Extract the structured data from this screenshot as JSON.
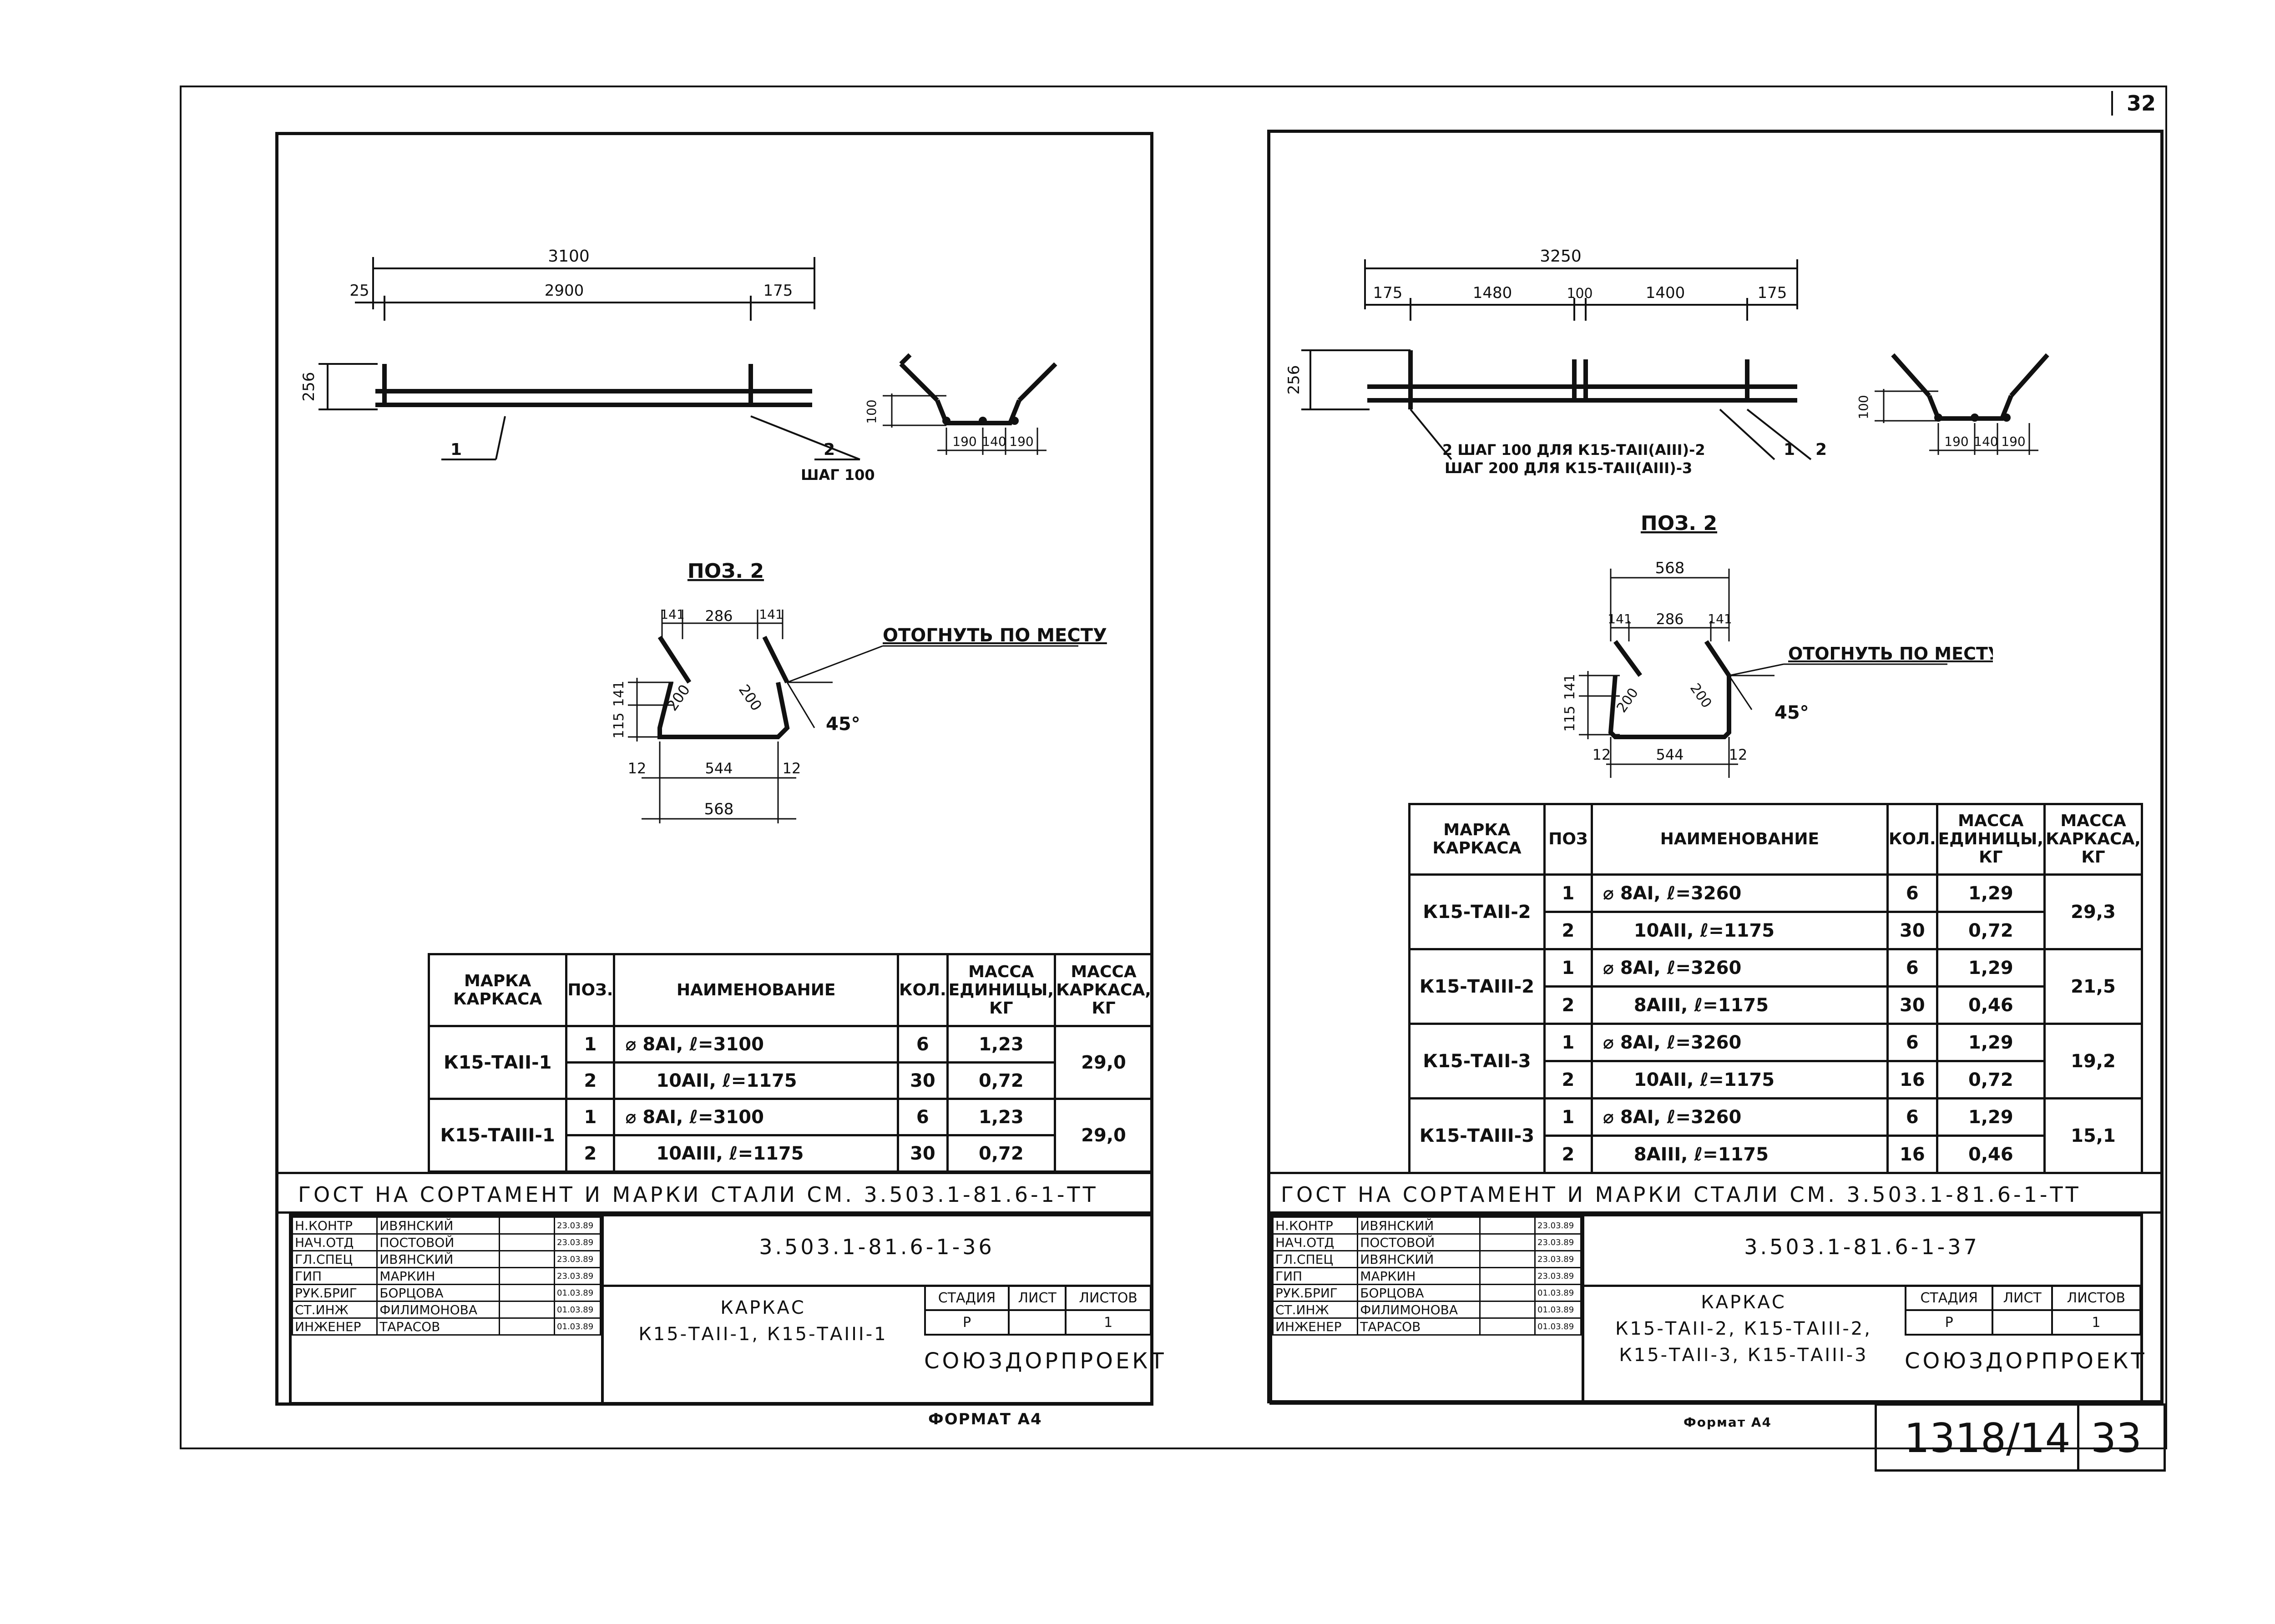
{
  "page_number": "32",
  "left": {
    "dims": {
      "total": "3100",
      "a": "25",
      "b": "2900",
      "c": "175",
      "h": "256",
      "h2": "100",
      "w1": "190",
      "w2": "140",
      "w3": "190"
    },
    "callouts": {
      "p1": "1",
      "p2": "2",
      "step": "ШАГ 100"
    },
    "detail": {
      "title": "ПОЗ. 2",
      "top_a": "141",
      "top_b": "286",
      "top_c": "141",
      "bend_note": "ОТОГНУТЬ ПО МЕСТУ",
      "angle": "45°",
      "side_a": "115",
      "side_b": "141",
      "leg_a": "200",
      "leg_b": "200",
      "bot_a": "12",
      "bot_b": "544",
      "bot_c": "12",
      "overall": "568"
    },
    "table": {
      "headers": [
        "МАРКА КАРКАСА",
        "ПОЗ.",
        "НАИМЕНОВАНИЕ",
        "КОЛ.",
        "МАССА ЕДИНИЦЫ, КГ",
        "МАССА КАРКАСА, КГ"
      ],
      "groups": [
        {
          "mark": "К15-ТАII-1",
          "mass": "29,0",
          "rows": [
            {
              "pos": "1",
              "name": "⌀ 8AI, ℓ=3100",
              "qty": "6",
              "unit": "1,23"
            },
            {
              "pos": "2",
              "name": "10AII, ℓ=1175",
              "qty": "30",
              "unit": "0,72"
            }
          ]
        },
        {
          "mark": "К15-ТАIII-1",
          "mass": "29,0",
          "rows": [
            {
              "pos": "1",
              "name": "⌀ 8AI, ℓ=3100",
              "qty": "6",
              "unit": "1,23"
            },
            {
              "pos": "2",
              "name": "10AIII, ℓ=1175",
              "qty": "30",
              "unit": "0,72"
            }
          ]
        }
      ]
    },
    "gost": "ГОСТ НА СОРТАМЕНТ И МАРКИ СТАЛИ СМ. 3.503.1-81.6-1-ТТ",
    "titleblock": {
      "code": "3.503.1-81.6-1-36",
      "title_l1": "КАРКАС",
      "title_l2": "К15-ТАII-1, К15-ТАIII-1",
      "stage_h": "СТАДИЯ",
      "sheet_h": "ЛИСТ",
      "sheets_h": "ЛИСТОВ",
      "stage": "Р",
      "sheet": "",
      "sheets": "1",
      "org": "СОЮЗДОРПРОЕКТ",
      "staff": [
        {
          "role": "Н.КОНТР",
          "name": "ИВЯНСКИЙ",
          "date": "23.03.89"
        },
        {
          "role": "НАЧ.ОТД",
          "name": "ПОСТОВОЙ",
          "date": "23.03.89"
        },
        {
          "role": "ГЛ.СПЕЦ",
          "name": "ИВЯНСКИЙ",
          "date": "23.03.89"
        },
        {
          "role": "ГИП",
          "name": "МАРКИН",
          "date": "23.03.89"
        },
        {
          "role": "РУК.БРИГ",
          "name": "БОРЦОВА",
          "date": "01.03.89"
        },
        {
          "role": "СТ.ИНЖ",
          "name": "ФИЛИМОНОВА",
          "date": "01.03.89"
        },
        {
          "role": "ИНЖЕНЕР",
          "name": "ТАРАСОВ",
          "date": "01.03.89"
        }
      ]
    },
    "format": "ФОРМАТ А4"
  },
  "right": {
    "dims": {
      "total": "3250",
      "a": "175",
      "b": "1480",
      "c": "100",
      "d": "1400",
      "e": "175",
      "h": "256",
      "h2": "100",
      "w1": "190",
      "w2": "140",
      "w3": "190"
    },
    "callouts": {
      "p1": "1",
      "p2": "2",
      "step1": "2 ШАГ 100 ДЛЯ К15-ТАII(АIII)-2",
      "step2": "ШАГ 200 ДЛЯ К15-ТАII(АIII)-3"
    },
    "detail": {
      "title": "ПОЗ. 2",
      "overall_top": "568",
      "top_a": "141",
      "top_b": "286",
      "top_c": "141",
      "bend_note": "ОТОГНУТЬ ПО МЕСТУ",
      "angle": "45°",
      "side_a": "115",
      "side_b": "141",
      "leg_a": "200",
      "leg_b": "200",
      "bot_a": "12",
      "bot_b": "544",
      "bot_c": "12"
    },
    "table": {
      "headers": [
        "МАРКА КАРКАСА",
        "ПОЗ",
        "НАИМЕНОВАНИЕ",
        "КОЛ.",
        "МАССА ЕДИНИЦЫ, КГ",
        "МАССА КАРКАСА, КГ"
      ],
      "groups": [
        {
          "mark": "К15-ТАII-2",
          "mass": "29,3",
          "rows": [
            {
              "pos": "1",
              "name": "⌀ 8AI, ℓ=3260",
              "qty": "6",
              "unit": "1,29"
            },
            {
              "pos": "2",
              "name": "10AII, ℓ=1175",
              "qty": "30",
              "unit": "0,72"
            }
          ]
        },
        {
          "mark": "К15-ТАIII-2",
          "mass": "21,5",
          "rows": [
            {
              "pos": "1",
              "name": "⌀ 8AI, ℓ=3260",
              "qty": "6",
              "unit": "1,29"
            },
            {
              "pos": "2",
              "name": "8AIII, ℓ=1175",
              "qty": "30",
              "unit": "0,46"
            }
          ]
        },
        {
          "mark": "К15-ТАII-3",
          "mass": "19,2",
          "rows": [
            {
              "pos": "1",
              "name": "⌀ 8AI, ℓ=3260",
              "qty": "6",
              "unit": "1,29"
            },
            {
              "pos": "2",
              "name": "10AII, ℓ=1175",
              "qty": "16",
              "unit": "0,72"
            }
          ]
        },
        {
          "mark": "К15-ТАIII-3",
          "mass": "15,1",
          "rows": [
            {
              "pos": "1",
              "name": "⌀ 8AI, ℓ=3260",
              "qty": "6",
              "unit": "1,29"
            },
            {
              "pos": "2",
              "name": "8AIII, ℓ=1175",
              "qty": "16",
              "unit": "0,46"
            }
          ]
        }
      ]
    },
    "gost": "ГОСТ НА СОРТАМЕНТ И МАРКИ СТАЛИ СМ. 3.503.1-81.6-1-ТТ",
    "titleblock": {
      "code": "3.503.1-81.6-1-37",
      "title_l1": "КАРКАС",
      "title_l2": "К15-ТАII-2, К15-ТАIII-2,",
      "title_l3": "К15-ТАII-3, К15-ТАIII-3",
      "stage_h": "СТАДИЯ",
      "sheet_h": "ЛИСТ",
      "sheets_h": "ЛИСТОВ",
      "stage": "Р",
      "sheet": "",
      "sheets": "1",
      "org": "СОЮЗДОРПРОЕКТ",
      "staff": [
        {
          "role": "Н.КОНТР",
          "name": "ИВЯНСКИЙ",
          "date": "23.03.89"
        },
        {
          "role": "НАЧ.ОТД",
          "name": "ПОСТОВОЙ",
          "date": "23.03.89"
        },
        {
          "role": "ГЛ.СПЕЦ",
          "name": "ИВЯНСКИЙ",
          "date": "23.03.89"
        },
        {
          "role": "ГИП",
          "name": "МАРКИН",
          "date": "23.03.89"
        },
        {
          "role": "РУК.БРИГ",
          "name": "БОРЦОВА",
          "date": "01.03.89"
        },
        {
          "role": "СТ.ИНЖ",
          "name": "ФИЛИМОНОВА",
          "date": "01.03.89"
        },
        {
          "role": "ИНЖЕНЕР",
          "name": "ТАРАСОВ",
          "date": "01.03.89"
        }
      ]
    },
    "format": "Формат А4"
  },
  "stamp": {
    "number": "1318/14",
    "page": "33"
  }
}
